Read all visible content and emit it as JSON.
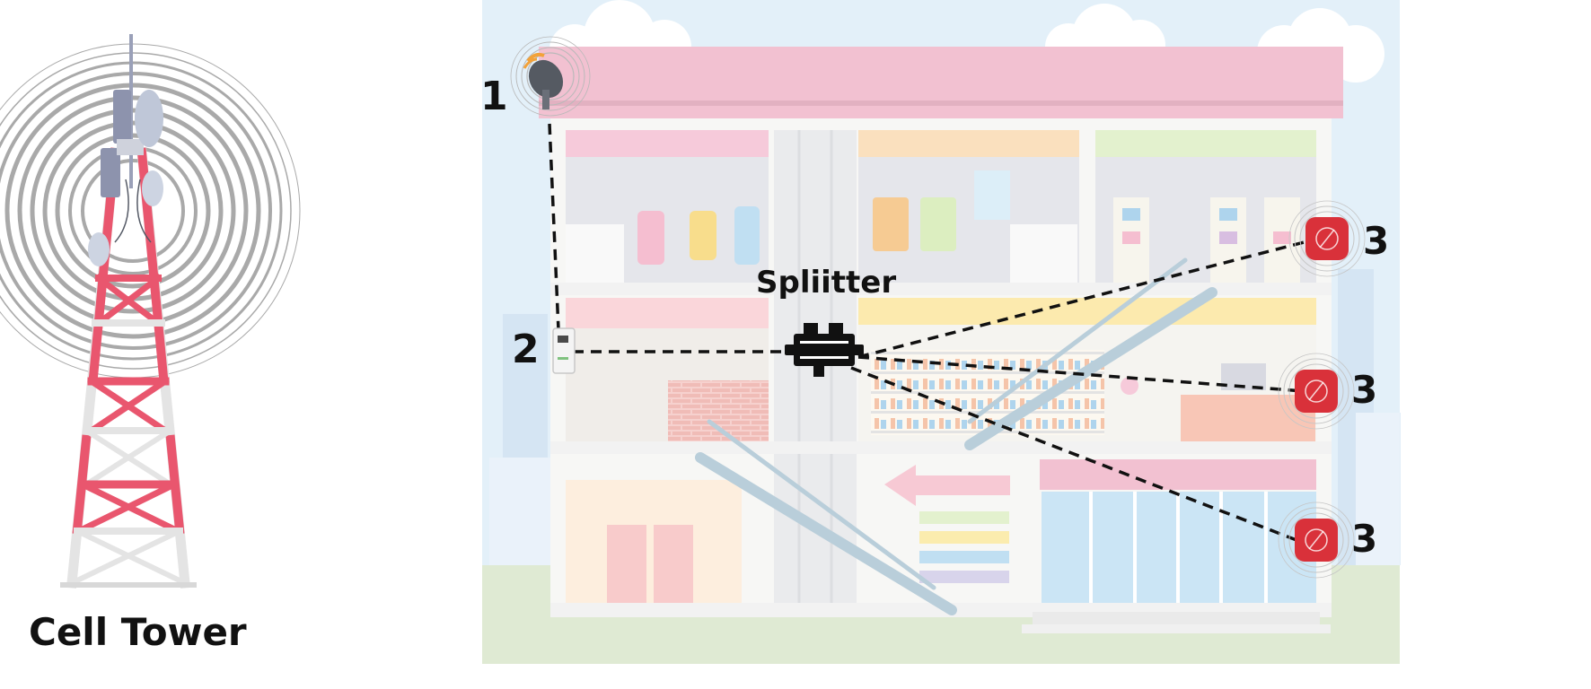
{
  "labels": {
    "cell_tower": "Cell Tower",
    "splitter": "Spliitter",
    "donor_antenna_number": "1",
    "booster_number": "2",
    "indoor_antenna_numbers": [
      "3",
      "3",
      "3"
    ]
  },
  "colors": {
    "sky": "#d8eaf7",
    "grass": "#d3e2c2",
    "roof": "#eeaabf",
    "tower_red": "#e9566e",
    "tower_white": "#e4e4e4",
    "antenna_red": "#d9313a",
    "cable": "#111111"
  },
  "icons": {
    "donor": "donor-antenna-icon",
    "booster": "signal-booster-icon",
    "splitter": "splitter-icon",
    "indoor": "indoor-antenna-icon"
  }
}
